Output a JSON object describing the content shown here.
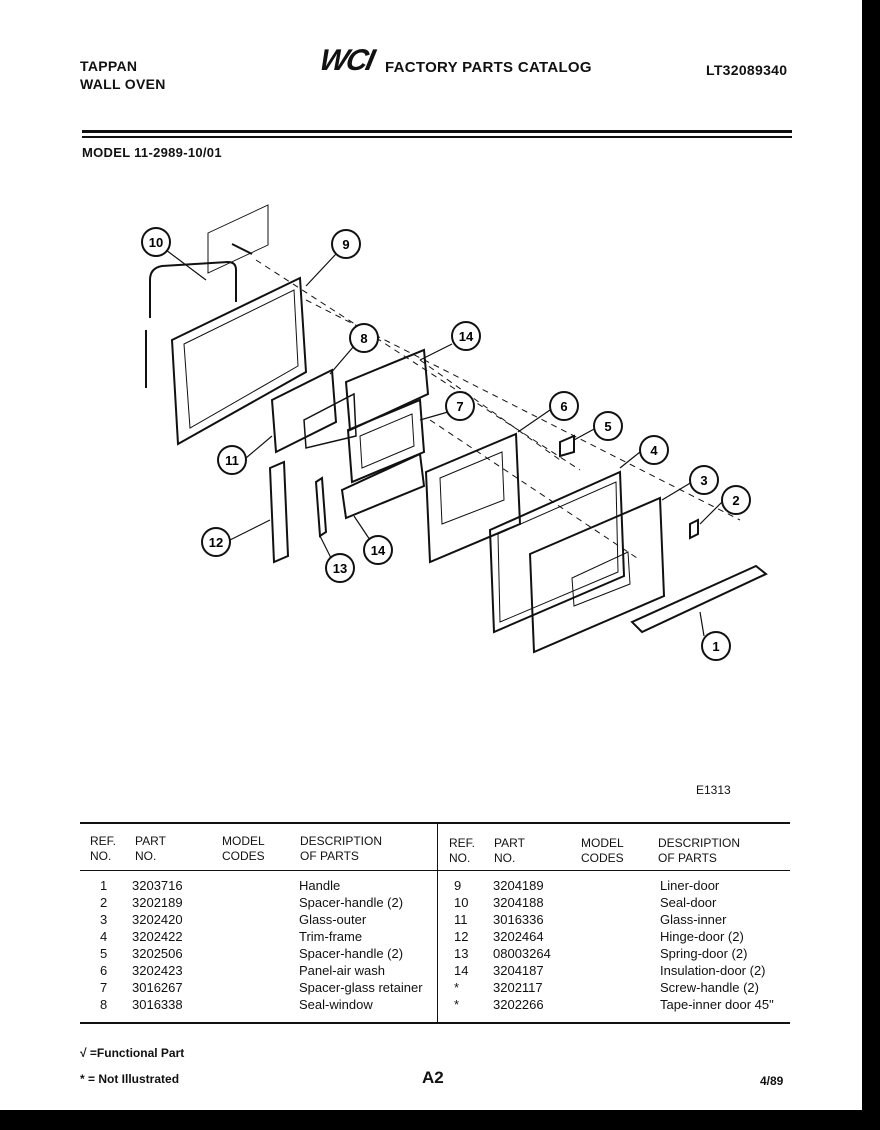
{
  "header": {
    "brand": "TAPPAN",
    "product": "WALL OVEN",
    "logo_text": "WCI",
    "catalog_title": "FACTORY PARTS CATALOG",
    "doc_number": "LT32089340",
    "model_line": "MODEL 11-2989-10/01"
  },
  "diagram": {
    "figure_code": "E1313",
    "callouts": [
      "1",
      "2",
      "3",
      "4",
      "5",
      "6",
      "7",
      "8",
      "9",
      "10",
      "11",
      "12",
      "13",
      "14",
      "14"
    ]
  },
  "table": {
    "headers": {
      "ref": "REF.\nNO.",
      "part": "PART\nNO.",
      "model": "MODEL\nCODES",
      "desc": "DESCRIPTION\nOF PARTS"
    },
    "left_rows": [
      {
        "ref": "1",
        "part": "3203716",
        "desc": "Handle"
      },
      {
        "ref": "2",
        "part": "3202189",
        "desc": "Spacer-handle (2)"
      },
      {
        "ref": "3",
        "part": "3202420",
        "desc": "Glass-outer"
      },
      {
        "ref": "4",
        "part": "3202422",
        "desc": "Trim-frame"
      },
      {
        "ref": "5",
        "part": "3202506",
        "desc": "Spacer-handle (2)"
      },
      {
        "ref": "6",
        "part": "3202423",
        "desc": "Panel-air wash"
      },
      {
        "ref": "7",
        "part": "3016267",
        "desc": "Spacer-glass retainer"
      },
      {
        "ref": "8",
        "part": "3016338",
        "desc": "Seal-window"
      }
    ],
    "right_rows": [
      {
        "ref": "9",
        "part": "3204189",
        "desc": "Liner-door"
      },
      {
        "ref": "10",
        "part": "3204188",
        "desc": "Seal-door"
      },
      {
        "ref": "11",
        "part": "3016336",
        "desc": "Glass-inner"
      },
      {
        "ref": "12",
        "part": "3202464",
        "desc": "Hinge-door (2)"
      },
      {
        "ref": "13",
        "part": "08003264",
        "desc": "Spring-door (2)"
      },
      {
        "ref": "14",
        "part": "3204187",
        "desc": "Insulation-door (2)"
      },
      {
        "ref": "*",
        "part": "3202117",
        "desc": "Screw-handle (2)"
      },
      {
        "ref": "*",
        "part": "3202266",
        "desc": "Tape-inner door 45\""
      }
    ]
  },
  "footer": {
    "functional_note": "√ =Functional Part",
    "not_illustrated_note": "* = Not Illustrated",
    "page_label": "A2",
    "date": "4/89"
  }
}
